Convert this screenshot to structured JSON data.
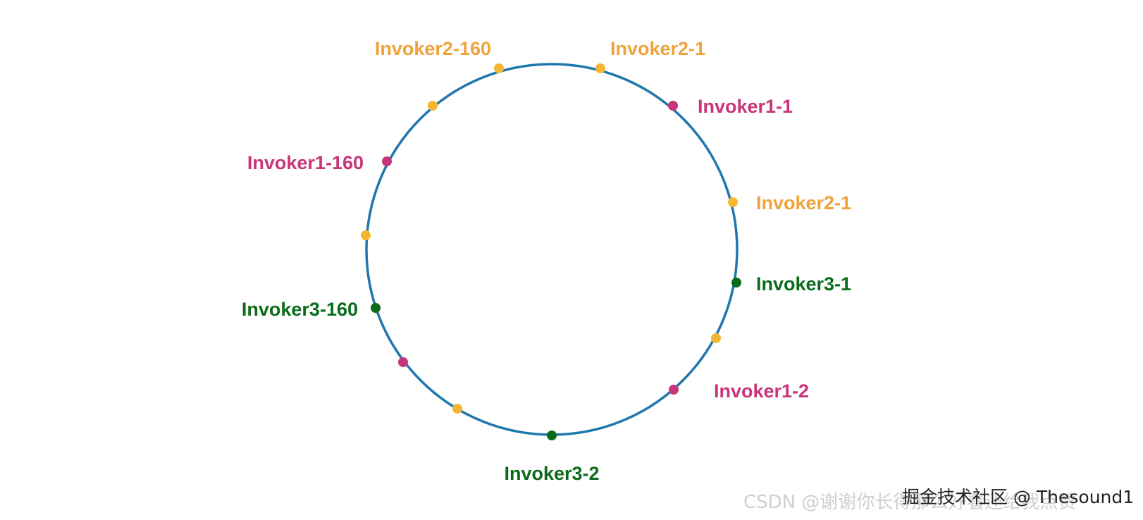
{
  "ring": {
    "stroke_color": "#1f77ad"
  },
  "colors": {
    "invoker1": "#c8357a",
    "invoker2": "#f0a33c",
    "invoker2_dot": "#f5b731",
    "invoker3": "#0a6b1a"
  },
  "nodes": [
    {
      "id": "n-i2-160",
      "label": "Invoker2-160",
      "group": "invoker2"
    },
    {
      "id": "n-i2-1a",
      "label": "Invoker2-1",
      "group": "invoker2"
    },
    {
      "id": "n-i1-1",
      "label": "Invoker1-1",
      "group": "invoker1"
    },
    {
      "id": "n-i2-1b",
      "label": "Invoker2-1",
      "group": "invoker2"
    },
    {
      "id": "n-i3-1",
      "label": "Invoker3-1",
      "group": "invoker3"
    },
    {
      "id": "n-unl-1",
      "label": "",
      "group": "invoker2"
    },
    {
      "id": "n-i1-2",
      "label": "Invoker1-2",
      "group": "invoker1"
    },
    {
      "id": "n-i3-2",
      "label": "Invoker3-2",
      "group": "invoker3"
    },
    {
      "id": "n-unl-2",
      "label": "",
      "group": "invoker2"
    },
    {
      "id": "n-unl-3",
      "label": "",
      "group": "invoker1"
    },
    {
      "id": "n-i3-160",
      "label": "Invoker3-160",
      "group": "invoker3"
    },
    {
      "id": "n-unl-4",
      "label": "",
      "group": "invoker2"
    },
    {
      "id": "n-i1-160",
      "label": "Invoker1-160",
      "group": "invoker1"
    },
    {
      "id": "n-unl-5",
      "label": "",
      "group": "invoker2"
    }
  ],
  "watermark": {
    "csdn": "CSDN @谢谢你长得那么好看还给我点赞",
    "juejin": "掘金技术社区 @ Thesound1"
  }
}
